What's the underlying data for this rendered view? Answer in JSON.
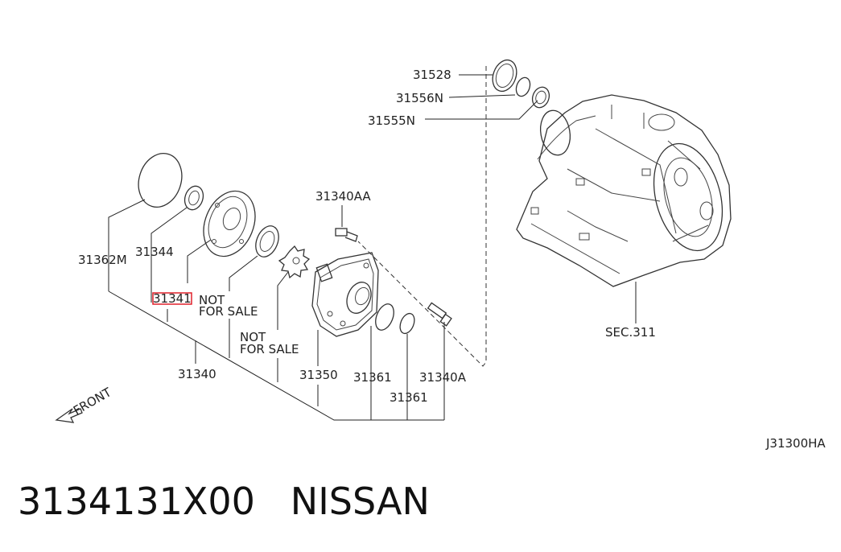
{
  "labels": {
    "p31528": "31528",
    "p31556n": "31556N",
    "p31555n": "31555N",
    "p31340aa": "31340AA",
    "p31362m": "31362M",
    "p31344": "31344",
    "p31341": "31341",
    "not_for_sale_1_line1": "NOT",
    "not_for_sale_1_line2": "FOR SALE",
    "not_for_sale_2_line1": "NOT",
    "not_for_sale_2_line2": "FOR SALE",
    "p31340": "31340",
    "p31350": "31350",
    "p31361a": "31361",
    "p31361b": "31361",
    "p31340a": "31340A",
    "sec311": "SEC.311",
    "front": "FRONT",
    "diagram_code": "J31300HA"
  },
  "caption": {
    "part_number": "3134131X00",
    "brand": "NISSAN"
  },
  "colors": {
    "highlight": "#e0202a",
    "line": "#333333"
  }
}
